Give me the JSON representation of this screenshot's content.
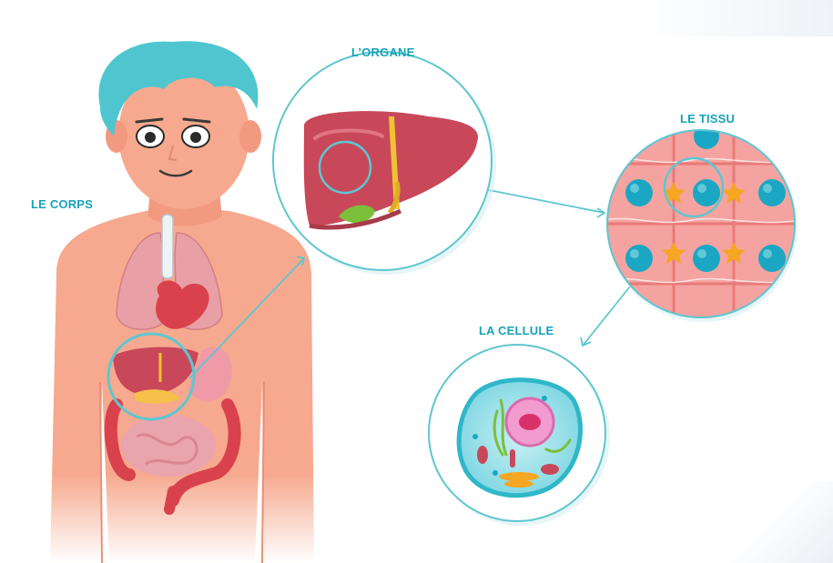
{
  "labels": {
    "body": "LE CORPS",
    "organ": "L’ORGANE",
    "tissue": "LE TISSU",
    "cell": "LA CELLULE"
  },
  "colors": {
    "label_text": "#17a2b8",
    "connector": "#5ec6d0",
    "skin": "#f6a98e",
    "hair": "#4fc6cf",
    "liver": "#c8485a",
    "tissue_bg": "#f5a3a0",
    "nucleus": "#1ba7c4",
    "cell_membrane": "#2fb7c9"
  },
  "icons": {
    "person": "human-body-figure",
    "organ": "liver-icon",
    "tissue": "tissue-grid-icon",
    "cell": "cell-icon"
  }
}
